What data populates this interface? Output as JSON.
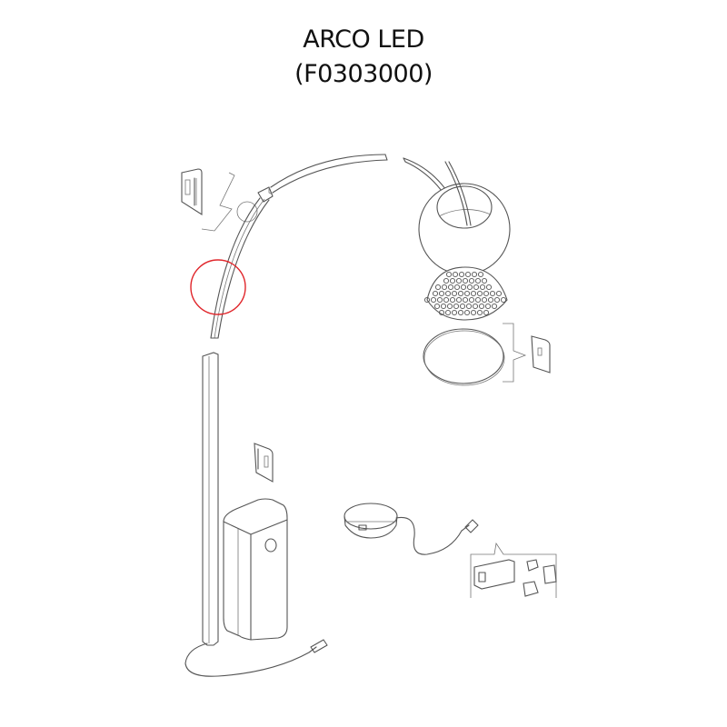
{
  "title": {
    "product_name": "ARCO LED",
    "product_code": "(F0303000)"
  },
  "diagram": {
    "type": "exploded-parts-view",
    "highlight": {
      "shape": "circle",
      "color": "#e0262b",
      "target": "upper-arc-stem-section"
    },
    "line_color": "#555555",
    "parts": [
      {
        "id": "arc-upper-segment",
        "label": "upper arc segment"
      },
      {
        "id": "arc-end-segment",
        "label": "arc end segment"
      },
      {
        "id": "arc-lower-segment",
        "label": "lower arc segment"
      },
      {
        "id": "joint-detail",
        "label": "arc joint detail (circled)"
      },
      {
        "id": "hex-key-1",
        "label": "hex key / screw kit (top)"
      },
      {
        "id": "shade-sphere",
        "label": "spherical shade"
      },
      {
        "id": "perforated-diffuser",
        "label": "perforated dome diffuser"
      },
      {
        "id": "flat-diffuser-disc",
        "label": "flat diffuser disc"
      },
      {
        "id": "diffuser-instruction-card",
        "label": "diffuser instruction card"
      },
      {
        "id": "vertical-stem",
        "label": "vertical stem"
      },
      {
        "id": "hex-key-2",
        "label": "hex key / screw kit (base)"
      },
      {
        "id": "base-block",
        "label": "marble base block"
      },
      {
        "id": "base-cable",
        "label": "power cable with connector"
      },
      {
        "id": "dimmer",
        "label": "round floor dimmer with cable"
      },
      {
        "id": "power-adapter",
        "label": "power adapter with interchangeable plugs"
      }
    ]
  }
}
